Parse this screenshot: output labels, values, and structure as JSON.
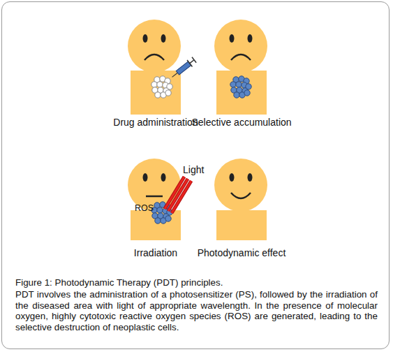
{
  "diagram": {
    "caption": "Figure 1: Photodynamic Therapy (PDT) principles.",
    "nodes": [
      {
        "text": [
          "Drug administration"
        ]
      },
      {
        "text": [
          "Selective accumulation"
        ]
      },
      {
        "text": [
          "ROS",
          "Irradiation"
        ]
      },
      {
        "text": [
          "Photodynamic effect"
        ]
      }
    ],
    "labels": [
      "Light",
      "PDT involves the administration of a photosensitizer (PS), followed by the irradiation of the diseased area with light of appropriate wavelength. In the presence of molecular oxygen, highly cytotoxic reactive oxygen species (ROS) are generated, leading to the selective destruction of neoplastic cells."
    ]
  }
}
